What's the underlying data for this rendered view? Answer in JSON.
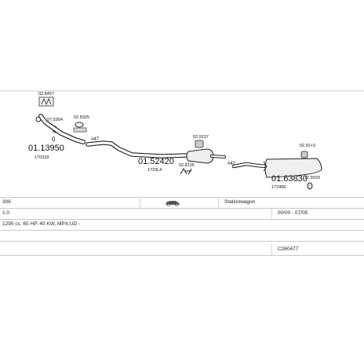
{
  "diagram": {
    "part_numbers": {
      "clamp_top": "02.8457",
      "gasket_front": "07.5954",
      "gasket_ring": "0",
      "bolt_kit": "02.8325",
      "front_pipe": "01.13950",
      "front_pipe_oem": "170318",
      "joint_47": "#47",
      "mid_silencer": "01.52420",
      "mid_silencer_oem": "1723L4",
      "rubber_mount_1": "02.9137",
      "clamp_mid": "02.8135",
      "joint_42": "#42",
      "rear_mount": "02.92+3",
      "rear_silencer": "01.63830",
      "rear_silencer_oem": "172468",
      "rear_clamp": "17.9033"
    }
  },
  "table": {
    "model": "306",
    "body_type": "Stationwagon",
    "engine": "1.0",
    "years": "00/00 - 07/05",
    "spec": "1290 cc, 65 HP, 40 KW, MPX,UD -",
    "code": "C260477"
  }
}
